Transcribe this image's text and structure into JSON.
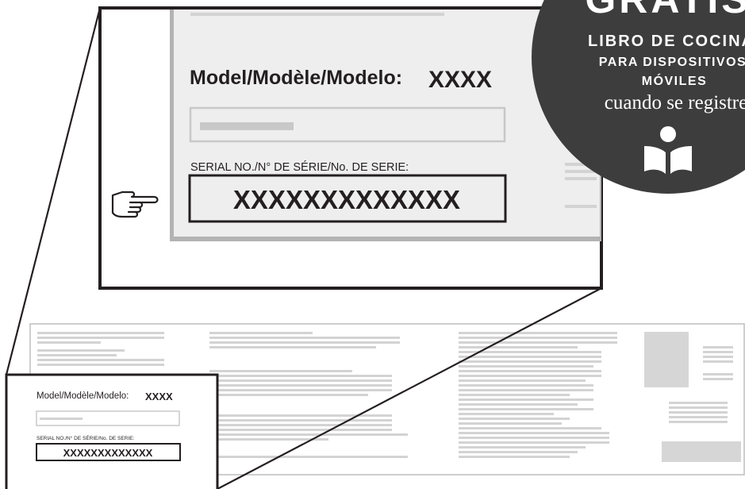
{
  "colors": {
    "ink": "#231f20",
    "label_panel": "#eeeeee",
    "label_shadow": "#b3b3b3",
    "placeholder": "#c8c8c8",
    "promo_circle": "#3d3d3d",
    "promo_text": "#ffffff"
  },
  "zoom_label": {
    "model_caption": "Model/Modèle/Modelo:",
    "model_value": "XXXX",
    "serial_caption": "SERIAL NO./N° DE SÉRIE/No. DE SERIE:",
    "serial_value": "XXXXXXXXXXXXX",
    "pointer_icon": "pointing-hand-icon"
  },
  "full_label": {
    "model_caption": "Model/Modèle/Modelo:",
    "model_value": "XXXX",
    "serial_caption": "SERIAL NO./N° DE SÉRIE/No. DE SERIE:",
    "serial_value": "XXXXXXXXXXXXX"
  },
  "promo": {
    "headline": "GRATIS",
    "line1": "LIBRO DE COCINA",
    "line2": "PARA DISPOSITIVOS",
    "line3": "MÓVILES",
    "line4": "cuando se registre",
    "icon": "reader-book-icon"
  }
}
